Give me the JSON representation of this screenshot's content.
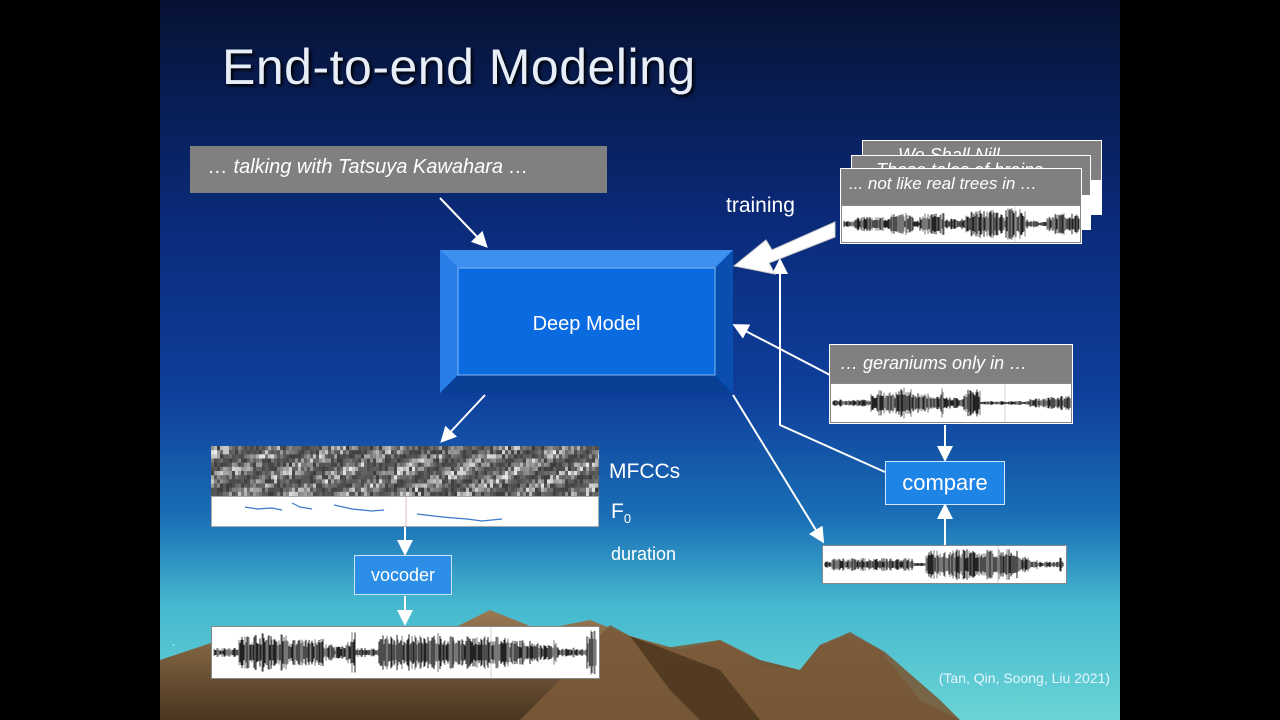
{
  "slide": {
    "title": "End-to-end Modeling",
    "input_text": "… talking with Tatsuya Kawahara …",
    "training_label": "training",
    "model_label": "Deep Model",
    "training_samples": [
      "… We Shall Nill …",
      "Those tales of brains …",
      "... not like real trees in …"
    ],
    "test_sample_text": "… geraniums only in …",
    "compare_label": "compare",
    "mfcc_label": "MFCCs",
    "f0_label": "F",
    "f0_subscript": "0",
    "duration_label": "duration",
    "vocoder_label": "vocoder",
    "citation": "(Tan, Qin, Soong, Liu 2021)",
    "footer_dot": "-",
    "colors": {
      "background_top": "#071234",
      "background_mid": "#0f3f9c",
      "background_bottom": "#6ad5d5",
      "model_box": "#0a66d6",
      "text_box": "#808080",
      "button": "#1e84e6",
      "mountains": "#8a6a45"
    }
  }
}
